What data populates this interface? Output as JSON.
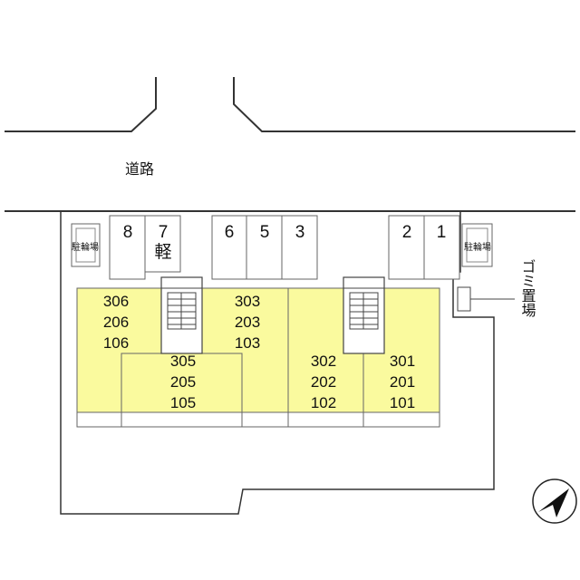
{
  "road": {
    "label": "道路"
  },
  "parking": {
    "spaces": [
      {
        "label": "8",
        "note": ""
      },
      {
        "label": "7",
        "note": "軽"
      },
      {
        "label": "6",
        "note": ""
      },
      {
        "label": "5",
        "note": ""
      },
      {
        "label": "3",
        "note": ""
      },
      {
        "label": "2",
        "note": ""
      },
      {
        "label": "1",
        "note": ""
      }
    ]
  },
  "bicycle_parking": {
    "left_label": "駐輪場",
    "right_label": "駐輪場"
  },
  "garbage": {
    "label": "ゴミ置場"
  },
  "units": [
    {
      "numbers": [
        "306",
        "206",
        "106"
      ]
    },
    {
      "numbers": [
        "305",
        "205",
        "105"
      ]
    },
    {
      "numbers": [
        "303",
        "203",
        "103"
      ]
    },
    {
      "numbers": [
        "302",
        "202",
        "102"
      ]
    },
    {
      "numbers": [
        "301",
        "201",
        "101"
      ]
    }
  ],
  "colors": {
    "building": "#fafa9e",
    "line": "#222222"
  },
  "compass": {
    "icon": "north-arrow-icon"
  }
}
